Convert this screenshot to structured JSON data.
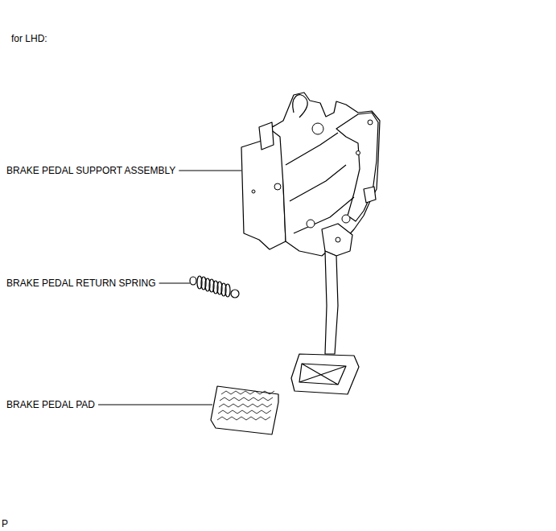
{
  "diagram": {
    "labels": [
      "for LHD:",
      "BRAKE PEDAL SUPPORT ASSEMBLY",
      "BRAKE PEDAL RETURN SPRING",
      "BRAKE PEDAL PAD",
      "P"
    ]
  }
}
